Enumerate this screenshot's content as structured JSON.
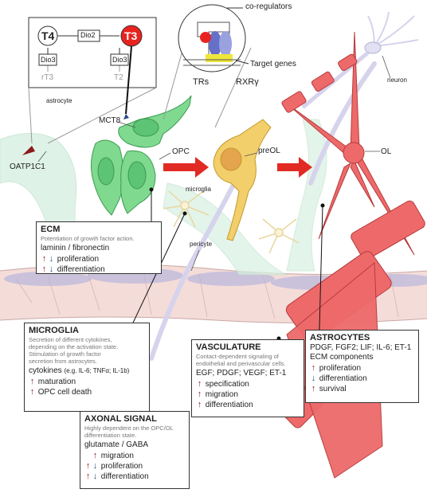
{
  "hormone_panel": {
    "t4": "T4",
    "dio2": "Dio2",
    "t3": "T3",
    "dio3_left": "Dio3",
    "dio3_right": "Dio3",
    "rt3": "rT3",
    "t2": "T2"
  },
  "nuclear_receptor": {
    "co_regulators": "co-regulators",
    "target_genes": "Target genes",
    "trs": "TRs",
    "rxr": "RXRγ"
  },
  "cell_labels": {
    "astrocyte": "astrocyte",
    "mct8": "MCT8",
    "oatp1c1": "OATP1C1",
    "opc": "OPC",
    "preol": "preOL",
    "ol": "OL",
    "neuron": "neuron",
    "microglia": "microglia",
    "pericyte": "pericyte"
  },
  "boxes": {
    "ecm": {
      "title": "ECM",
      "desc": "Potentiation of growth factor action.",
      "factors": "laminin / fibronectin",
      "effects": [
        "proliferation",
        "differentiation"
      ]
    },
    "microglia": {
      "title": "MICROGLIA",
      "desc1": "Secretion of different cytokines,",
      "desc2": "depending on the activation state.",
      "desc3": "Stimulation of growth factor",
      "desc4": "secretion from astrocytes.",
      "factors": "cytokines",
      "factors_note": "(e.g. IL-6; TNFα; IL-1b)",
      "effects": [
        "maturation",
        "OPC cell death"
      ]
    },
    "vasculature": {
      "title": "VASCULATURE",
      "desc1": "Contact-dependent signaling of",
      "desc2": "endothelial and perivascular cells.",
      "factors": "EGF; PDGF; VEGF; ET-1",
      "effects": [
        "specification",
        "migration",
        "differentiation"
      ]
    },
    "astrocytes": {
      "title": "ASTROCYTES",
      "factors1": "PDGF, FGF2; LIF; IL-6; ET-1",
      "factors2": "ECM components",
      "effects": [
        "proliferation",
        "differentiation",
        "survival"
      ]
    },
    "axonal": {
      "title": "AXONAL SIGNAL",
      "desc1": "Highly dependent on the OPC/OL",
      "desc2": "differentiation state.",
      "factors": "glutamate / GABA",
      "effects": [
        "migration",
        "proliferation",
        "differentiation"
      ]
    }
  },
  "colors": {
    "opc": "#7fd98f",
    "preol": "#f2cf6a",
    "ol": "#ee6a6a",
    "t3": "#e8231f",
    "up_arrow": "#8b1a1a",
    "down_arrow": "#2c4a86"
  }
}
